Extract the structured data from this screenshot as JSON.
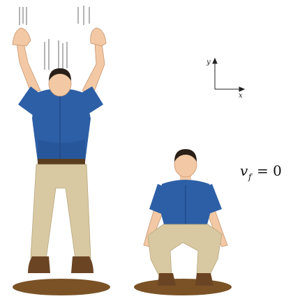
{
  "figure": {
    "axes": {
      "y_label": "y",
      "x_label": "x"
    },
    "final_velocity": {
      "symbol": "v",
      "subscript": "f",
      "equals": "= 0"
    }
  },
  "colors": {
    "shirt": "#2d5fa6",
    "shirt_shadow": "#1f4785",
    "pants": "#d8c9a3",
    "pants_shadow": "#b8a67c",
    "skin": "#f2c9a4",
    "skin_shadow": "#d9a77f",
    "hair": "#2a2018",
    "ground": "#7a5226",
    "boots": "#6b4424"
  },
  "icons": [
    "motion-lines-icon",
    "coordinate-axes-icon"
  ]
}
